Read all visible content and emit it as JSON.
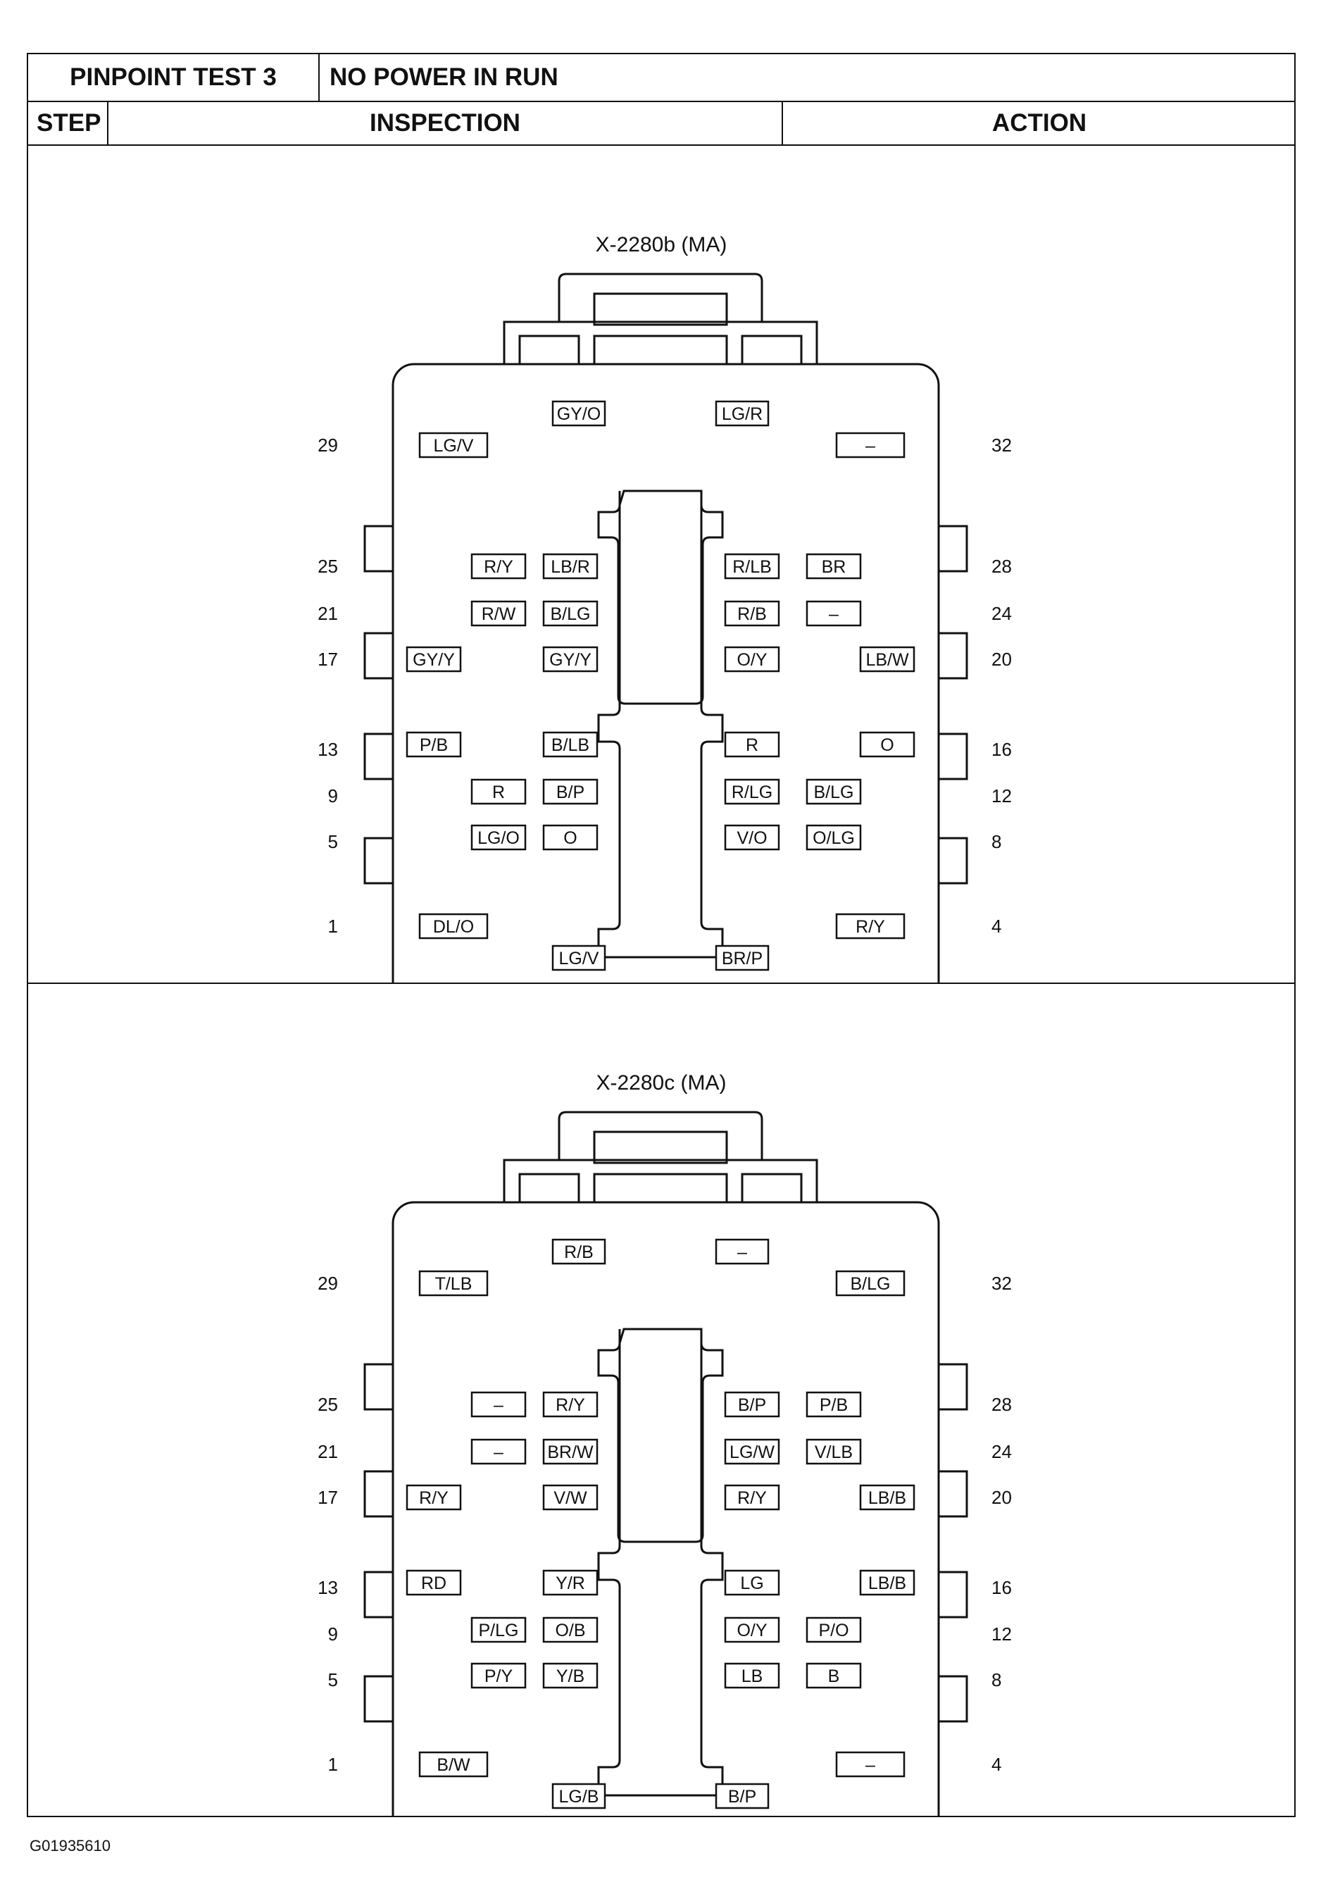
{
  "header": {
    "test_label": "PINPOINT TEST 3",
    "test_title": "NO POWER IN RUN",
    "col_step": "STEP",
    "col_inspection": "INSPECTION",
    "col_action": "ACTION"
  },
  "connectors": [
    {
      "title": "X-2280b (MA)",
      "pin_numbers": {
        "n29": "29",
        "n25": "25",
        "n21": "21",
        "n17": "17",
        "n13": "13",
        "n9": "9",
        "n5": "5",
        "n1": "1",
        "n32": "32",
        "n28": "28",
        "n24": "24",
        "n20": "20",
        "n16": "16",
        "n12": "12",
        "n8": "8",
        "n4": "4"
      },
      "wires": {
        "top_l": "GY/O",
        "top_r": "LG/R",
        "p29": "LG/V",
        "p32": "–",
        "r25a": "R/Y",
        "r25b": "LB/R",
        "r28a": "R/LB",
        "r28b": "BR",
        "r21a": "R/W",
        "r21b": "B/LG",
        "r24a": "R/B",
        "r24b": "–",
        "r17a": "GY/Y",
        "r17b": "GY/Y",
        "r20a": "O/Y",
        "r20b": "LB/W",
        "r13a": "P/B",
        "r13b": "B/LB",
        "r16a": "R",
        "r16b": "O",
        "r9a": "R",
        "r9b": "B/P",
        "r12a": "R/LG",
        "r12b": "B/LG",
        "r5a": "LG/O",
        "r5b": "O",
        "r8a": "V/O",
        "r8b": "O/LG",
        "p1": "DL/O",
        "p4": "R/Y",
        "bot_l": "LG/V",
        "bot_r": "BR/P"
      }
    },
    {
      "title": "X-2280c (MA)",
      "pin_numbers": {
        "n29": "29",
        "n25": "25",
        "n21": "21",
        "n17": "17",
        "n13": "13",
        "n9": "9",
        "n5": "5",
        "n1": "1",
        "n32": "32",
        "n28": "28",
        "n24": "24",
        "n20": "20",
        "n16": "16",
        "n12": "12",
        "n8": "8",
        "n4": "4"
      },
      "wires": {
        "top_l": "R/B",
        "top_r": "–",
        "p29": "T/LB",
        "p32": "B/LG",
        "r25a": "–",
        "r25b": "R/Y",
        "r28a": "B/P",
        "r28b": "P/B",
        "r21a": "–",
        "r21b": "BR/W",
        "r24a": "LG/W",
        "r24b": "V/LB",
        "r17a": "R/Y",
        "r17b": "V/W",
        "r20a": "R/Y",
        "r20b": "LB/B",
        "r13a": "RD",
        "r13b": "Y/R",
        "r16a": "LG",
        "r16b": "LB/B",
        "r9a": "P/LG",
        "r9b": "O/B",
        "r12a": "O/Y",
        "r12b": "P/O",
        "r5a": "P/Y",
        "r5b": "Y/B",
        "r8a": "LB",
        "r8b": "B",
        "p1": "B/W",
        "p4": "–",
        "bot_l": "LG/B",
        "bot_r": "B/P"
      }
    }
  ],
  "figure_code": "G01935610"
}
